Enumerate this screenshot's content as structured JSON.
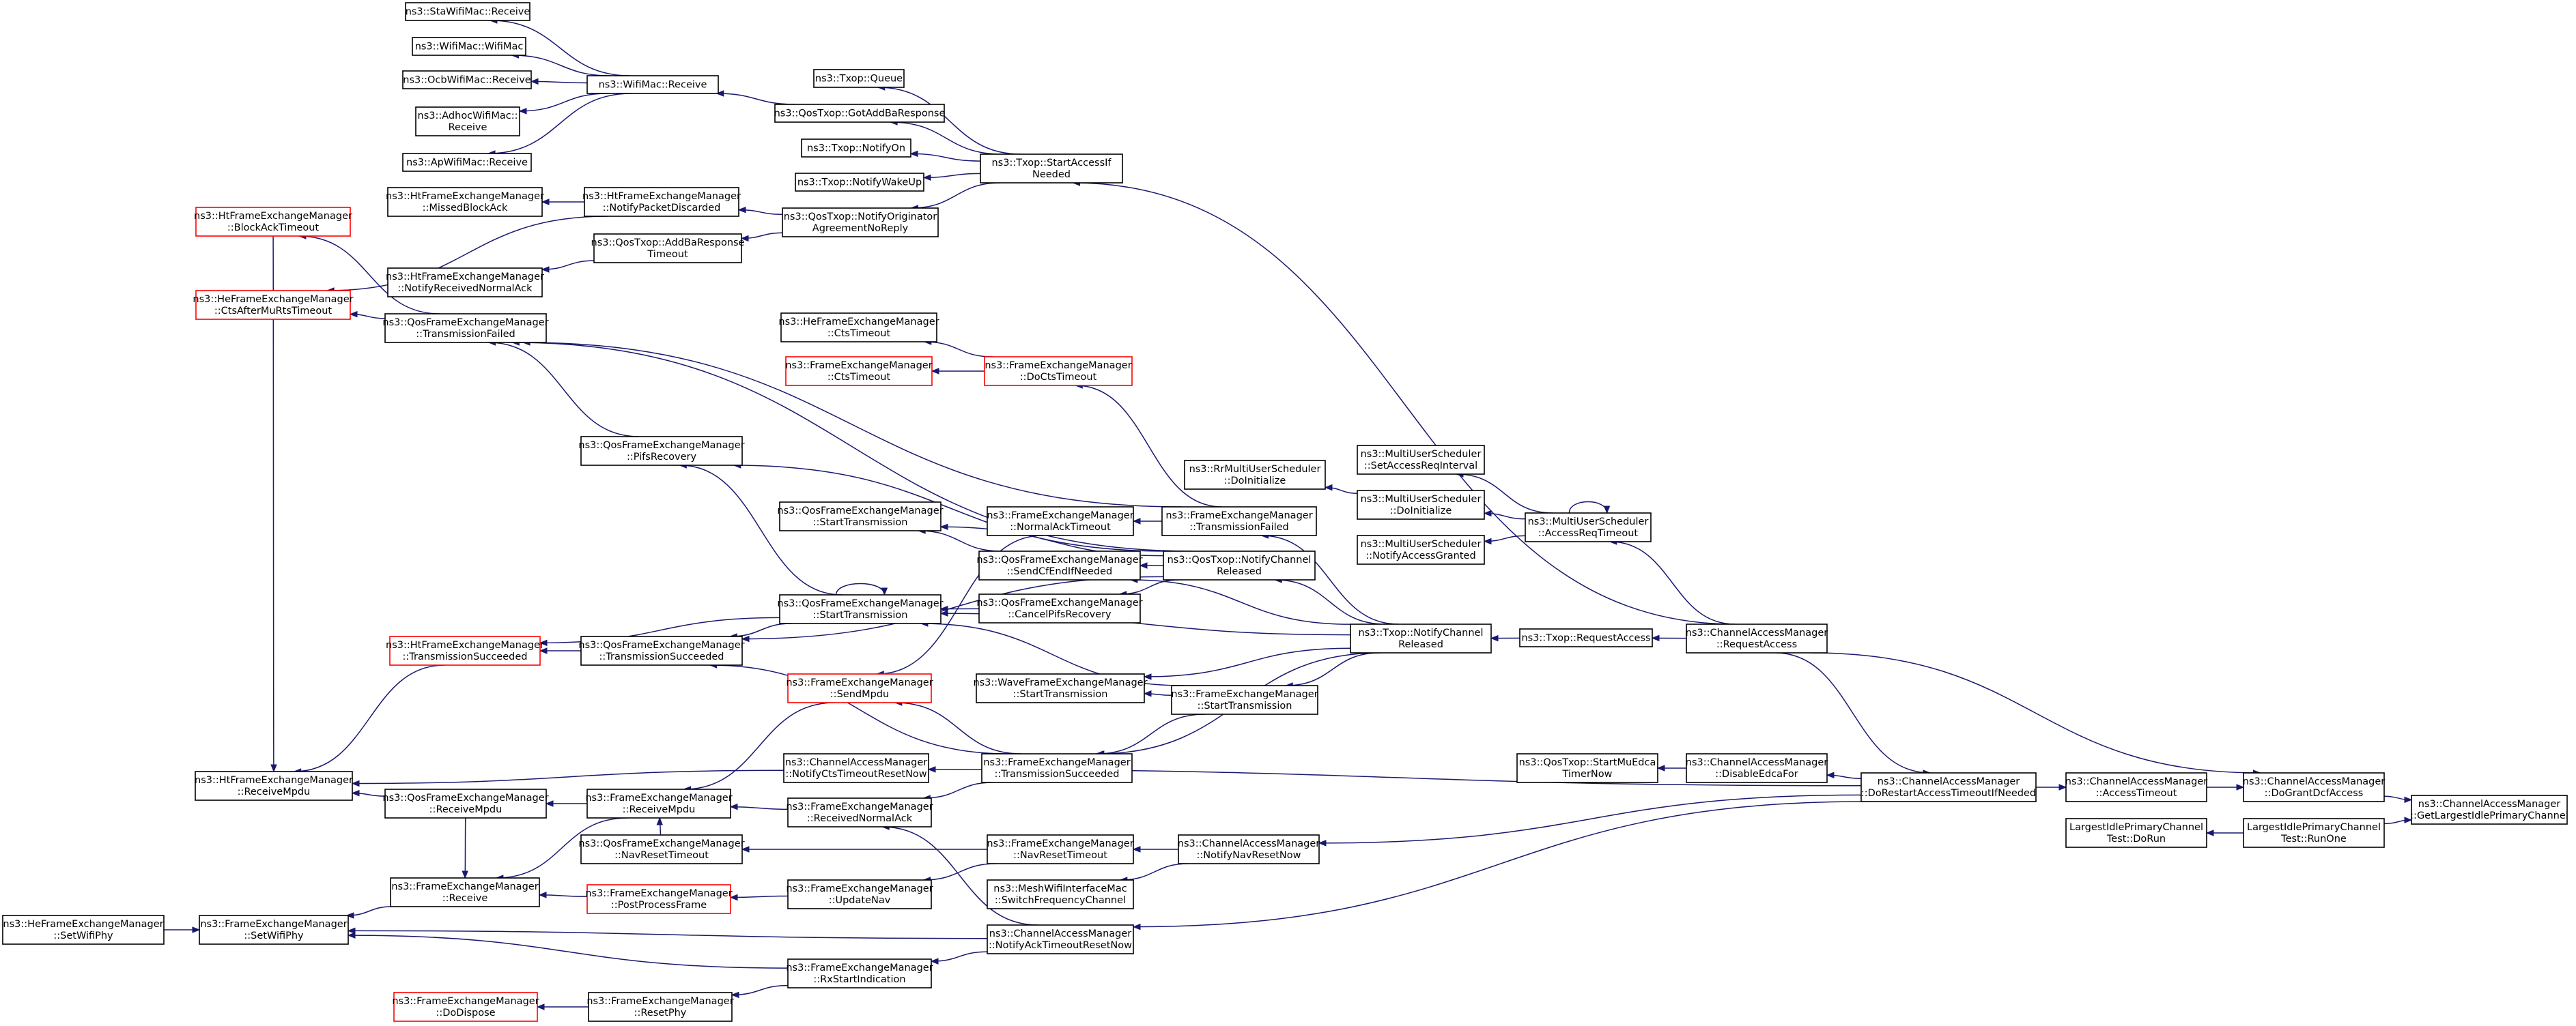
{
  "colors": {
    "edge": "#191970",
    "border_normal": "#000000",
    "border_truncated": "#ff0000",
    "target_fill": "#999999",
    "node_fill": "#ffffff"
  },
  "nodes": [
    {
      "id": "staRecv",
      "lines": [
        "ns3::StaWifiMac::Receive"
      ],
      "style": "normal"
    },
    {
      "id": "wifiMac",
      "lines": [
        "ns3::WifiMac::WifiMac"
      ],
      "style": "normal"
    },
    {
      "id": "ocbRecv",
      "lines": [
        "ns3::OcbWifiMac::Receive"
      ],
      "style": "normal"
    },
    {
      "id": "adhocRecv",
      "lines": [
        "ns3::AdhocWifiMac::",
        "Receive"
      ],
      "style": "normal"
    },
    {
      "id": "apRecv",
      "lines": [
        "ns3::ApWifiMac::Receive"
      ],
      "style": "normal"
    },
    {
      "id": "wifiMacRecv",
      "lines": [
        "ns3::WifiMac::Receive"
      ],
      "style": "normal"
    },
    {
      "id": "txopQueue",
      "lines": [
        "ns3::Txop::Queue"
      ],
      "style": "normal"
    },
    {
      "id": "getAddBa",
      "lines": [
        "ns3::QosTxop::GotAddBaResponse"
      ],
      "style": "normal"
    },
    {
      "id": "notifyOn",
      "lines": [
        "ns3::Txop::NotifyOn"
      ],
      "style": "normal"
    },
    {
      "id": "notifyWakeUp",
      "lines": [
        "ns3::Txop::NotifyWakeUp"
      ],
      "style": "normal"
    },
    {
      "id": "startAccess",
      "lines": [
        "ns3::Txop::StartAccessIf",
        "Needed"
      ],
      "style": "normal"
    },
    {
      "id": "missedBlockAck",
      "lines": [
        "ns3::HtFrameExchangeManager",
        "::MissedBlockAck"
      ],
      "style": "normal"
    },
    {
      "id": "blockAckTimeout",
      "lines": [
        "ns3::HtFrameExchangeManager",
        "::BlockAckTimeout"
      ],
      "style": "truncated"
    },
    {
      "id": "notifyPktDisc",
      "lines": [
        "ns3::HtFrameExchangeManager",
        "::NotifyPacketDiscarded"
      ],
      "style": "normal"
    },
    {
      "id": "notifyOrigNoReply",
      "lines": [
        "ns3::QosTxop::NotifyOriginator",
        "AgreementNoReply"
      ],
      "style": "normal"
    },
    {
      "id": "addBaRespTimeout",
      "lines": [
        "ns3::QosTxop::AddBaResponse",
        "Timeout"
      ],
      "style": "normal"
    },
    {
      "id": "notifyRecvNormalAck",
      "lines": [
        "ns3::HtFrameExchangeManager",
        "::NotifyReceivedNormalAck"
      ],
      "style": "normal"
    },
    {
      "id": "ctsAfterMuRts",
      "lines": [
        "ns3::HeFrameExchangeManager",
        "::CtsAfterMuRtsTimeout"
      ],
      "style": "truncated"
    },
    {
      "id": "qosTransFailed",
      "lines": [
        "ns3::QosFrameExchangeManager",
        "::TransmissionFailed"
      ],
      "style": "normal"
    },
    {
      "id": "heCtsTimeout",
      "lines": [
        "ns3::HeFrameExchangeManager",
        "::CtsTimeout"
      ],
      "style": "normal"
    },
    {
      "id": "fCtsTimeout",
      "lines": [
        "ns3::FrameExchangeManager",
        "::CtsTimeout"
      ],
      "style": "truncated"
    },
    {
      "id": "doCtsTimeout",
      "lines": [
        "ns3::FrameExchangeManager",
        "::DoCtsTimeout"
      ],
      "style": "truncated"
    },
    {
      "id": "pifsRecovery",
      "lines": [
        "ns3::QosFrameExchangeManager",
        "::PifsRecovery"
      ],
      "style": "normal"
    },
    {
      "id": "rrDoInit",
      "lines": [
        "ns3::RrMultiUserScheduler",
        "::DoInitialize"
      ],
      "style": "normal"
    },
    {
      "id": "musSetAccess",
      "lines": [
        "ns3::MultiUserScheduler",
        "::SetAccessReqInterval"
      ],
      "style": "normal"
    },
    {
      "id": "musDoInit",
      "lines": [
        "ns3::MultiUserScheduler",
        "::DoInitialize"
      ],
      "style": "normal"
    },
    {
      "id": "musNotifyAccess",
      "lines": [
        "ns3::MultiUserScheduler",
        "::NotifyAccessGranted"
      ],
      "style": "normal"
    },
    {
      "id": "musAccessReqTimeout",
      "lines": [
        "ns3::MultiUserScheduler",
        "::AccessReqTimeout"
      ],
      "style": "normal"
    },
    {
      "id": "qosStartTransA",
      "lines": [
        "ns3::QosFrameExchangeManager",
        "::StartTransmission"
      ],
      "style": "normal"
    },
    {
      "id": "normalAckTimeout",
      "lines": [
        "ns3::FrameExchangeManager",
        "::NormalAckTimeout"
      ],
      "style": "normal"
    },
    {
      "id": "feTransFailed",
      "lines": [
        "ns3::FrameExchangeManager",
        "::TransmissionFailed"
      ],
      "style": "normal"
    },
    {
      "id": "sendCfEnd",
      "lines": [
        "ns3::QosFrameExchangeManager",
        "::SendCfEndIfNeeded"
      ],
      "style": "normal"
    },
    {
      "id": "qosTxopNotifyChRel",
      "lines": [
        "ns3::QosTxop::NotifyChannel",
        "Released"
      ],
      "style": "normal"
    },
    {
      "id": "qosStartTransB",
      "lines": [
        "ns3::QosFrameExchangeManager",
        "::StartTransmission"
      ],
      "style": "normal"
    },
    {
      "id": "cancelPifs",
      "lines": [
        "ns3::QosFrameExchangeManager",
        "::CancelPifsRecovery"
      ],
      "style": "normal"
    },
    {
      "id": "txopNotifyChRel",
      "lines": [
        "ns3::Txop::NotifyChannel",
        "Released"
      ],
      "style": "normal"
    },
    {
      "id": "txopRequestAccess",
      "lines": [
        "ns3::Txop::RequestAccess"
      ],
      "style": "normal"
    },
    {
      "id": "camRequestAccess",
      "lines": [
        "ns3::ChannelAccessManager",
        "::RequestAccess"
      ],
      "style": "normal"
    },
    {
      "id": "htTransSucc",
      "lines": [
        "ns3::HtFrameExchangeManager",
        "::TransmissionSucceeded"
      ],
      "style": "truncated"
    },
    {
      "id": "qosTransSucc",
      "lines": [
        "ns3::QosFrameExchangeManager",
        "::TransmissionSucceeded"
      ],
      "style": "normal"
    },
    {
      "id": "waveStartTrans",
      "lines": [
        "ns3::WaveFrameExchangeManager",
        "::StartTransmission"
      ],
      "style": "normal"
    },
    {
      "id": "feSendMpdu",
      "lines": [
        "ns3::FrameExchangeManager",
        "::SendMpdu"
      ],
      "style": "truncated"
    },
    {
      "id": "feStartTrans",
      "lines": [
        "ns3::FrameExchangeManager",
        "::StartTransmission"
      ],
      "style": "normal"
    },
    {
      "id": "htReceiveMpdu",
      "lines": [
        "ns3::HtFrameExchangeManager",
        "::ReceiveMpdu"
      ],
      "style": "normal"
    },
    {
      "id": "camNotifyCts",
      "lines": [
        "ns3::ChannelAccessManager",
        "::NotifyCtsTimeoutResetNow"
      ],
      "style": "normal"
    },
    {
      "id": "feTransSucc",
      "lines": [
        "ns3::FrameExchangeManager",
        "::TransmissionSucceeded"
      ],
      "style": "normal"
    },
    {
      "id": "qosStartMuEdca",
      "lines": [
        "ns3::QosTxop::StartMuEdca",
        "TimerNow"
      ],
      "style": "normal"
    },
    {
      "id": "camDisableEdca",
      "lines": [
        "ns3::ChannelAccessManager",
        "::DisableEdcaFor"
      ],
      "style": "normal"
    },
    {
      "id": "camDoRestart",
      "lines": [
        "ns3::ChannelAccessManager",
        "::DoRestartAccessTimeoutIfNeeded"
      ],
      "style": "normal"
    },
    {
      "id": "camAccessTimeout",
      "lines": [
        "ns3::ChannelAccessManager",
        "::AccessTimeout"
      ],
      "style": "normal"
    },
    {
      "id": "camDoGrant",
      "lines": [
        "ns3::ChannelAccessManager",
        "::DoGrantDcfAccess"
      ],
      "style": "normal"
    },
    {
      "id": "target",
      "lines": [
        "ns3::ChannelAccessManager",
        "::GetLargestIdlePrimaryChannel"
      ],
      "style": "target"
    },
    {
      "id": "qosReceiveMpdu",
      "lines": [
        "ns3::QosFrameExchangeManager",
        "::ReceiveMpdu"
      ],
      "style": "normal"
    },
    {
      "id": "feReceiveMpdu",
      "lines": [
        "ns3::FrameExchangeManager",
        "::ReceiveMpdu"
      ],
      "style": "normal"
    },
    {
      "id": "feRecvNormalAck",
      "lines": [
        "ns3::FrameExchangeManager",
        "::ReceivedNormalAck"
      ],
      "style": "normal"
    },
    {
      "id": "largestDoRun",
      "lines": [
        "LargestIdlePrimaryChannel",
        "Test::DoRun"
      ],
      "style": "normal"
    },
    {
      "id": "largestRunOne",
      "lines": [
        "LargestIdlePrimaryChannel",
        "Test::RunOne"
      ],
      "style": "normal"
    },
    {
      "id": "qosNavResetTimeout",
      "lines": [
        "ns3::QosFrameExchangeManager",
        "::NavResetTimeout"
      ],
      "style": "normal"
    },
    {
      "id": "feNavResetTimeout",
      "lines": [
        "ns3::FrameExchangeManager",
        "::NavResetTimeout"
      ],
      "style": "normal"
    },
    {
      "id": "camNotifyNavReset",
      "lines": [
        "ns3::ChannelAccessManager",
        "::NotifyNavResetNow"
      ],
      "style": "normal"
    },
    {
      "id": "feReceive",
      "lines": [
        "ns3::FrameExchangeManager",
        "::Receive"
      ],
      "style": "normal"
    },
    {
      "id": "fePostProcess",
      "lines": [
        "ns3::FrameExchangeManager",
        "::PostProcessFrame"
      ],
      "style": "truncated"
    },
    {
      "id": "feUpdateNav",
      "lines": [
        "ns3::FrameExchangeManager",
        "::UpdateNav"
      ],
      "style": "normal"
    },
    {
      "id": "meshSwitch",
      "lines": [
        "ns3::MeshWifiInterfaceMac",
        "::SwitchFrequencyChannel"
      ],
      "style": "normal"
    },
    {
      "id": "heSetWifiPhy",
      "lines": [
        "ns3::HeFrameExchangeManager",
        "::SetWifiPhy"
      ],
      "style": "normal"
    },
    {
      "id": "feSetWifiPhy",
      "lines": [
        "ns3::FrameExchangeManager",
        "::SetWifiPhy"
      ],
      "style": "normal"
    },
    {
      "id": "camNotifyAck",
      "lines": [
        "ns3::ChannelAccessManager",
        "::NotifyAckTimeoutResetNow"
      ],
      "style": "normal"
    },
    {
      "id": "feRxStart",
      "lines": [
        "ns3::FrameExchangeManager",
        "::RxStartIndication"
      ],
      "style": "normal"
    },
    {
      "id": "feDoDispose",
      "lines": [
        "ns3::FrameExchangeManager",
        "::DoDispose"
      ],
      "style": "truncated"
    },
    {
      "id": "feResetPhy",
      "lines": [
        "ns3::FrameExchangeManager",
        "::ResetPhy"
      ],
      "style": "normal"
    }
  ],
  "edges": [
    {
      "from": "staRecv",
      "to": "wifiMacRecv"
    },
    {
      "from": "wifiMac",
      "to": "wifiMacRecv"
    },
    {
      "from": "ocbRecv",
      "to": "wifiMacRecv"
    },
    {
      "from": "adhocRecv",
      "to": "wifiMacRecv"
    },
    {
      "from": "apRecv",
      "to": "wifiMacRecv"
    },
    {
      "from": "wifiMacRecv",
      "to": "getAddBa"
    },
    {
      "from": "txopQueue",
      "to": "startAccess"
    },
    {
      "from": "getAddBa",
      "to": "startAccess"
    },
    {
      "from": "notifyOn",
      "to": "startAccess"
    },
    {
      "from": "notifyWakeUp",
      "to": "startAccess"
    },
    {
      "from": "notifyOrigNoReply",
      "to": "startAccess"
    },
    {
      "from": "startAccess",
      "to": "camRequestAccess"
    },
    {
      "from": "missedBlockAck",
      "to": "notifyPktDisc"
    },
    {
      "from": "notifyPktDisc",
      "to": "notifyOrigNoReply"
    },
    {
      "from": "addBaRespTimeout",
      "to": "notifyOrigNoReply"
    },
    {
      "from": "ctsAfterMuRts",
      "to": "notifyPktDisc"
    },
    {
      "from": "notifyRecvNormalAck",
      "to": "addBaRespTimeout"
    },
    {
      "from": "blockAckTimeout",
      "to": "qosTransFailed"
    },
    {
      "from": "ctsAfterMuRts",
      "to": "qosTransFailed"
    },
    {
      "from": "htReceiveMpdu",
      "to": "blockAckTimeout"
    },
    {
      "from": "qosTransFailed",
      "to": "feTransFailed"
    },
    {
      "from": "qosTransFailed",
      "to": "qosTxopNotifyChRel"
    },
    {
      "from": "qosTransFailed",
      "to": "pifsRecovery"
    },
    {
      "from": "fCtsTimeout",
      "to": "doCtsTimeout"
    },
    {
      "from": "heCtsTimeout",
      "to": "doCtsTimeout"
    },
    {
      "from": "doCtsTimeout",
      "to": "feTransFailed"
    },
    {
      "from": "pifsRecovery",
      "to": "qosTxopNotifyChRel"
    },
    {
      "from": "pifsRecovery",
      "to": "qosStartTransB"
    },
    {
      "from": "rrDoInit",
      "to": "musDoInit"
    },
    {
      "from": "musSetAccess",
      "to": "musAccessReqTimeout"
    },
    {
      "from": "musDoInit",
      "to": "musAccessReqTimeout"
    },
    {
      "from": "musNotifyAccess",
      "to": "musAccessReqTimeout"
    },
    {
      "from": "musAccessReqTimeout",
      "to": "musAccessReqTimeout"
    },
    {
      "from": "musAccessReqTimeout",
      "to": "camRequestAccess"
    },
    {
      "from": "qosStartTransA",
      "to": "sendCfEnd"
    },
    {
      "from": "qosStartTransA",
      "to": "qosTxopNotifyChRel"
    },
    {
      "from": "normalAckTimeout",
      "to": "feTransFailed"
    },
    {
      "from": "feTransFailed",
      "to": "txopNotifyChRel"
    },
    {
      "from": "sendCfEnd",
      "to": "qosTxopNotifyChRel"
    },
    {
      "from": "sendCfEnd",
      "to": "txopNotifyChRel"
    },
    {
      "from": "qosTxopNotifyChRel",
      "to": "txopNotifyChRel"
    },
    {
      "from": "qosStartTransB",
      "to": "qosStartTransB"
    },
    {
      "from": "qosStartTransB",
      "to": "cancelPifs"
    },
    {
      "from": "qosStartTransB",
      "to": "txopNotifyChRel"
    },
    {
      "from": "qosStartTransB",
      "to": "feStartTrans"
    },
    {
      "from": "cancelPifs",
      "to": "qosTxopNotifyChRel"
    },
    {
      "from": "txopNotifyChRel",
      "to": "txopRequestAccess"
    },
    {
      "from": "txopRequestAccess",
      "to": "camRequestAccess"
    },
    {
      "from": "htTransSucc",
      "to": "qosTransSucc"
    },
    {
      "from": "htTransSucc",
      "to": "qosStartTransB"
    },
    {
      "from": "qosTransSucc",
      "to": "qosStartTransB"
    },
    {
      "from": "qosTransSucc",
      "to": "qosTxopNotifyChRel"
    },
    {
      "from": "qosTransSucc",
      "to": "feTransSucc"
    },
    {
      "from": "waveStartTrans",
      "to": "txopNotifyChRel"
    },
    {
      "from": "waveStartTrans",
      "to": "feStartTrans"
    },
    {
      "from": "feSendMpdu",
      "to": "normalAckTimeout"
    },
    {
      "from": "feSendMpdu",
      "to": "feTransSucc"
    },
    {
      "from": "feStartTrans",
      "to": "txopNotifyChRel"
    },
    {
      "from": "feTransSucc",
      "to": "txopNotifyChRel"
    },
    {
      "from": "feTransSucc",
      "to": "feStartTrans"
    },
    {
      "from": "htReceiveMpdu",
      "to": "htTransSucc"
    },
    {
      "from": "htReceiveMpdu",
      "to": "camNotifyCts"
    },
    {
      "from": "htReceiveMpdu",
      "to": "qosReceiveMpdu"
    },
    {
      "from": "camNotifyCts",
      "to": "camDoRestart"
    },
    {
      "from": "qosReceiveMpdu",
      "to": "feReceiveMpdu"
    },
    {
      "from": "feReceiveMpdu",
      "to": "feSendMpdu"
    },
    {
      "from": "feReceiveMpdu",
      "to": "feRecvNormalAck"
    },
    {
      "from": "feReceiveMpdu",
      "to": "qosNavResetTimeout"
    },
    {
      "from": "feRecvNormalAck",
      "to": "feTransSucc"
    },
    {
      "from": "feRecvNormalAck",
      "to": "camNotifyAck"
    },
    {
      "from": "qosStartMuEdca",
      "to": "camDisableEdca"
    },
    {
      "from": "camDisableEdca",
      "to": "camDoRestart"
    },
    {
      "from": "camDoRestart",
      "to": "camRequestAccess"
    },
    {
      "from": "camAccessTimeout",
      "to": "camDoRestart"
    },
    {
      "from": "camDoGrant",
      "to": "camAccessTimeout"
    },
    {
      "from": "camDoGrant",
      "to": "camRequestAccess"
    },
    {
      "from": "target",
      "to": "camDoGrant"
    },
    {
      "from": "target",
      "to": "largestRunOne"
    },
    {
      "from": "largestDoRun",
      "to": "largestRunOne"
    },
    {
      "from": "qosNavResetTimeout",
      "to": "feNavResetTimeout"
    },
    {
      "from": "feNavResetTimeout",
      "to": "camNotifyNavReset"
    },
    {
      "from": "camNotifyNavReset",
      "to": "camDoRestart"
    },
    {
      "from": "meshSwitch",
      "to": "camNotifyNavReset"
    },
    {
      "from": "feReceive",
      "to": "feReceiveMpdu"
    },
    {
      "from": "feReceive",
      "to": "qosReceiveMpdu"
    },
    {
      "from": "feReceive",
      "to": "fePostProcess"
    },
    {
      "from": "fePostProcess",
      "to": "feUpdateNav"
    },
    {
      "from": "feUpdateNav",
      "to": "feNavResetTimeout"
    },
    {
      "from": "feSetWifiPhy",
      "to": "feReceive"
    },
    {
      "from": "feSetWifiPhy",
      "to": "heSetWifiPhy"
    },
    {
      "from": "feSetWifiPhy",
      "to": "camNotifyAck"
    },
    {
      "from": "feSetWifiPhy",
      "to": "feRxStart"
    },
    {
      "from": "camNotifyAck",
      "to": "camDoRestart"
    },
    {
      "from": "feRxStart",
      "to": "camNotifyAck"
    },
    {
      "from": "feResetPhy",
      "to": "feRxStart"
    },
    {
      "from": "feDoDispose",
      "to": "feResetPhy"
    }
  ]
}
